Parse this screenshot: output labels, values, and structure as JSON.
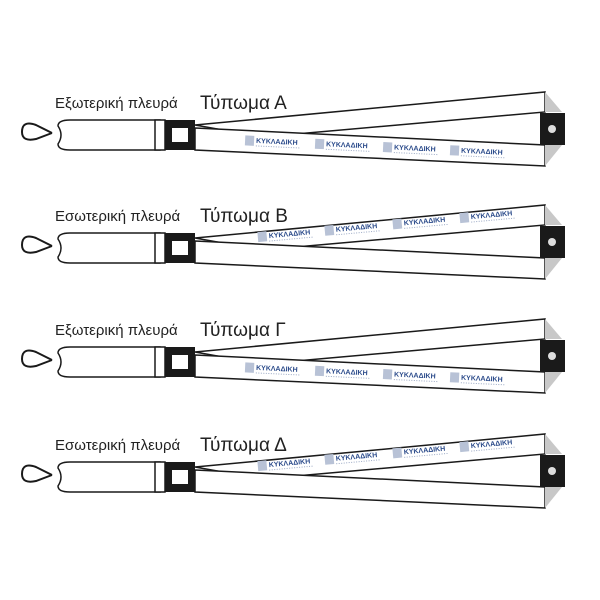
{
  "rows": [
    {
      "side_label": "Εξωτερική πλευρά",
      "print_label": "Τύπωμα Α",
      "logos_on": "front"
    },
    {
      "side_label": "Εσωτερική πλευρά",
      "print_label": "Τύπωμα Β",
      "logos_on": "back"
    },
    {
      "side_label": "Εξωτερική πλευρά",
      "print_label": "Τύπωμα Γ",
      "logos_on": "front"
    },
    {
      "side_label": "Εσωτερική πλευρά",
      "print_label": "Τύπωμα Δ",
      "logos_on": "back"
    }
  ],
  "logo_text": "ΚΥΚΛΑΔΙΚΗ",
  "colors": {
    "outline": "#1a1a1a",
    "logo": "#2a4a8a",
    "shade": "#c8c8c8"
  }
}
